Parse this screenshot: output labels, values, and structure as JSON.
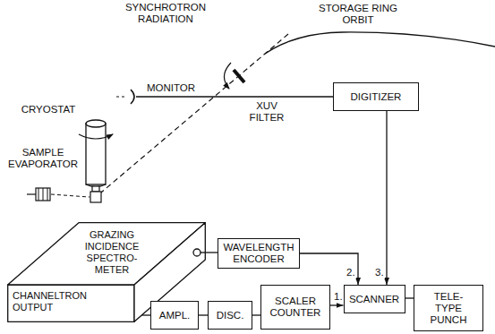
{
  "diagram": {
    "nodes": [
      {
        "text": [
          "DIGITIZER"
        ]
      },
      {
        "text": [
          "GRAZING INCIDENCE SPECTRO- METER",
          "CHANNELTRON OUTPUT"
        ]
      },
      {
        "text": [
          "WAVELENGTH ENCODER"
        ]
      },
      {
        "text": [
          "AMPL."
        ]
      },
      {
        "text": [
          "DISC."
        ]
      },
      {
        "text": [
          "SCALER COUNTER"
        ]
      },
      {
        "text": [
          "SCANNER"
        ]
      },
      {
        "text": [
          "TELE- TYPE PUNCH"
        ]
      }
    ],
    "edges": [
      {
        "from": 1,
        "to": 2,
        "arrow": "none"
      },
      {
        "from": 2,
        "to": 6,
        "label": "2.",
        "arrow": "to"
      },
      {
        "from": 0,
        "to": 6,
        "label": "3.",
        "arrow": "to"
      },
      {
        "from": 1,
        "to": 3,
        "arrow": "none"
      },
      {
        "from": 3,
        "to": 4,
        "arrow": "none"
      },
      {
        "from": 4,
        "to": 5,
        "arrow": "none"
      },
      {
        "from": 5,
        "to": 6,
        "label": "1.",
        "arrow": "to"
      },
      {
        "from": 6,
        "to": 7,
        "arrow": "none"
      }
    ],
    "labels": [
      "SYNCHROTRON RADIATION",
      "STORAGE RING ORBIT",
      "MONITOR",
      "XUV FILTER",
      "CRYOSTAT",
      "SAMPLE EVAPORATOR"
    ]
  }
}
